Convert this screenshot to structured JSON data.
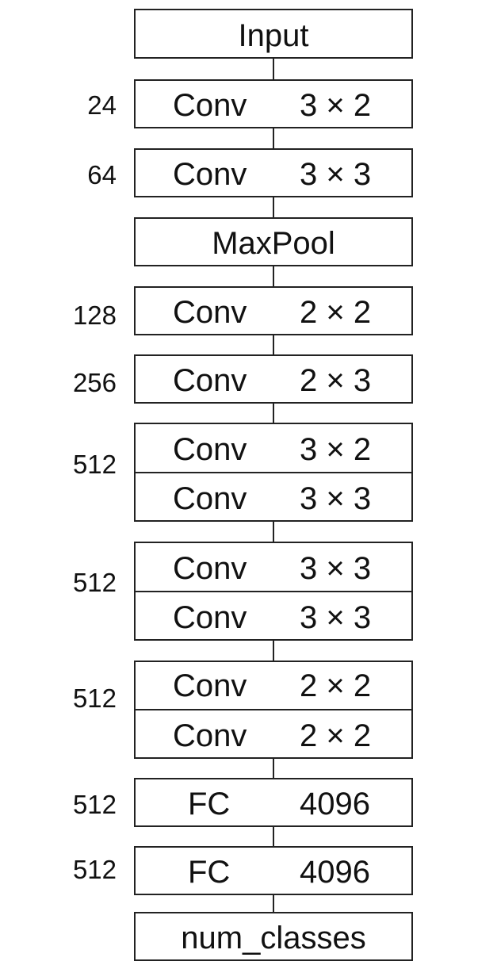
{
  "blocks": [
    {
      "id": "input",
      "label": "Input",
      "channels": null
    },
    {
      "id": "conv1",
      "layers": [
        {
          "op": "Conv",
          "kernel": "3 × 2"
        }
      ],
      "channels": "24"
    },
    {
      "id": "conv2",
      "layers": [
        {
          "op": "Conv",
          "kernel": "3 × 3"
        }
      ],
      "channels": "64"
    },
    {
      "id": "maxpool",
      "label": "MaxPool",
      "channels": null
    },
    {
      "id": "conv3",
      "layers": [
        {
          "op": "Conv",
          "kernel": "2 × 2"
        }
      ],
      "channels": "128"
    },
    {
      "id": "conv4",
      "layers": [
        {
          "op": "Conv",
          "kernel": "2 × 3"
        }
      ],
      "channels": "256"
    },
    {
      "id": "conv5",
      "layers": [
        {
          "op": "Conv",
          "kernel": "3 × 2"
        },
        {
          "op": "Conv",
          "kernel": "3 × 3"
        }
      ],
      "channels": "512"
    },
    {
      "id": "conv6",
      "layers": [
        {
          "op": "Conv",
          "kernel": "3 × 3"
        },
        {
          "op": "Conv",
          "kernel": "3 × 3"
        }
      ],
      "channels": "512"
    },
    {
      "id": "conv7",
      "layers": [
        {
          "op": "Conv",
          "kernel": "2 × 2"
        },
        {
          "op": "Conv",
          "kernel": "2 × 2"
        }
      ],
      "channels": "512"
    },
    {
      "id": "fc1",
      "layers": [
        {
          "op": "FC",
          "kernel": "4096"
        }
      ],
      "channels": "512"
    },
    {
      "id": "fc2",
      "layers": [
        {
          "op": "FC",
          "kernel": "4096"
        }
      ],
      "channels": "512"
    },
    {
      "id": "output",
      "label": "num_classes",
      "channels": null
    }
  ]
}
